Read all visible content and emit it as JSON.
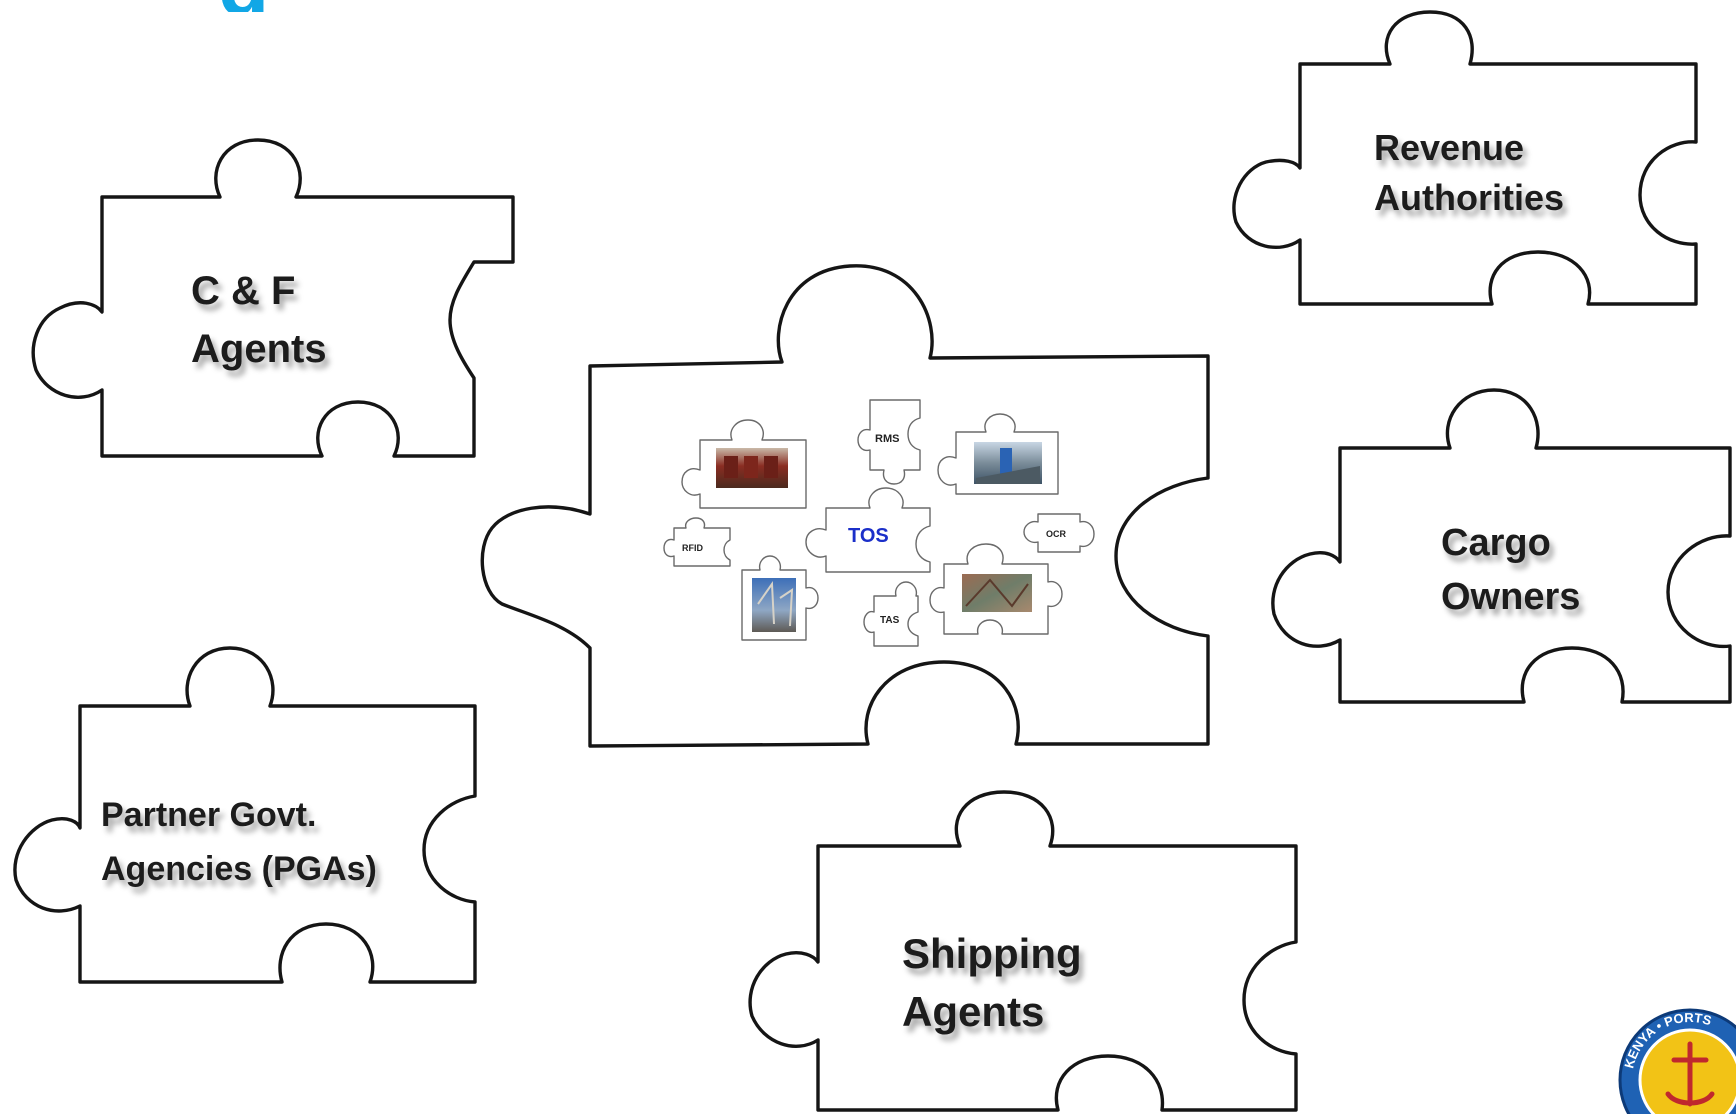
{
  "slide": {
    "title_fragment": "g",
    "accent_color": "#11a7e6",
    "tos_color": "#1b2fc9"
  },
  "pieces": [
    {
      "id": "cf-agents",
      "lines": [
        "C & F",
        "Agents"
      ]
    },
    {
      "id": "revenue-authorities",
      "lines": [
        "Revenue",
        "Authorities"
      ]
    },
    {
      "id": "cargo-owners",
      "lines": [
        "Cargo",
        "Owners"
      ]
    },
    {
      "id": "partner-govt-agencies",
      "lines": [
        "Partner Govt.",
        "Agencies (PGAs)"
      ]
    },
    {
      "id": "shipping-agents",
      "lines": [
        "Shipping",
        "Agents"
      ]
    }
  ],
  "center": {
    "labels": {
      "tos": "TOS",
      "rms": "RMS",
      "rfid": "RFID",
      "ocr": "OCR",
      "tas": "TAS"
    },
    "photos": [
      "red-building-photo",
      "ship-quay-photo",
      "port-crane-photo",
      "cargo-yard-photo"
    ]
  },
  "logo": {
    "name": "kenya-ports-authority-logo",
    "text": "KENYA • PORTS"
  }
}
